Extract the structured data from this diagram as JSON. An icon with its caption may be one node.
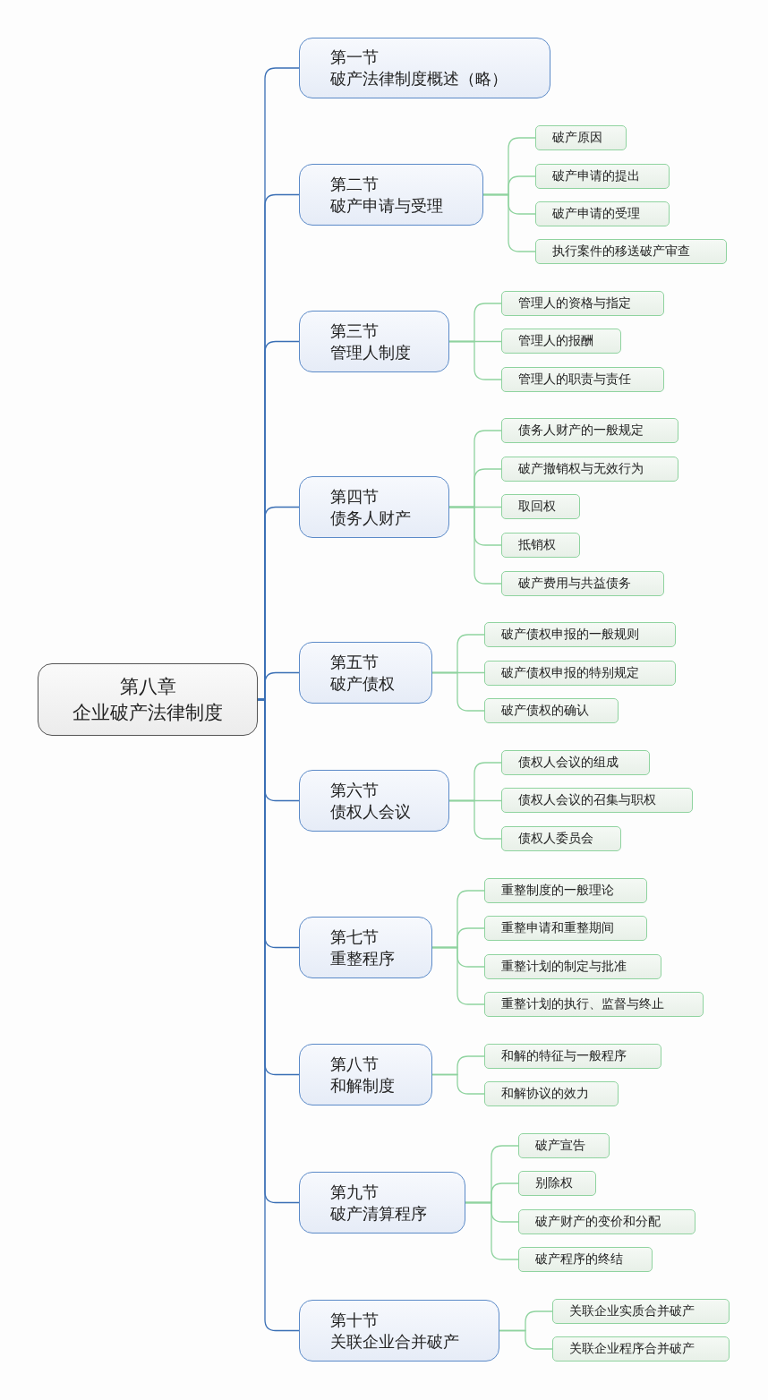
{
  "diagram": {
    "nodes": [
      {
        "text": [
          "第八章",
          "企业破产法律制度"
        ]
      },
      {
        "text": [
          "第一节",
          "破产法律制度概述（略）"
        ]
      },
      {
        "text": [
          "第二节",
          "破产申请与受理"
        ]
      },
      {
        "text": [
          "破产原因"
        ]
      },
      {
        "text": [
          "破产申请的提出"
        ]
      },
      {
        "text": [
          "破产申请的受理"
        ]
      },
      {
        "text": [
          "执行案件的移送破产审查"
        ]
      },
      {
        "text": [
          "第三节",
          "管理人制度"
        ]
      },
      {
        "text": [
          "管理人的资格与指定"
        ]
      },
      {
        "text": [
          "管理人的报酬"
        ]
      },
      {
        "text": [
          "管理人的职责与责任"
        ]
      },
      {
        "text": [
          "第四节",
          "债务人财产"
        ]
      },
      {
        "text": [
          "债务人财产的一般规定"
        ]
      },
      {
        "text": [
          "破产撤销权与无效行为"
        ]
      },
      {
        "text": [
          "取回权"
        ]
      },
      {
        "text": [
          "抵销权"
        ]
      },
      {
        "text": [
          "破产费用与共益债务"
        ]
      },
      {
        "text": [
          "第五节",
          "破产债权"
        ]
      },
      {
        "text": [
          "破产债权申报的一般规则"
        ]
      },
      {
        "text": [
          "破产债权申报的特别规定"
        ]
      },
      {
        "text": [
          "破产债权的确认"
        ]
      },
      {
        "text": [
          "第六节",
          "债权人会议"
        ]
      },
      {
        "text": [
          "债权人会议的组成"
        ]
      },
      {
        "text": [
          "债权人会议的召集与职权"
        ]
      },
      {
        "text": [
          "债权人委员会"
        ]
      },
      {
        "text": [
          "第七节",
          "重整程序"
        ]
      },
      {
        "text": [
          "重整制度的一般理论"
        ]
      },
      {
        "text": [
          "重整申请和重整期间"
        ]
      },
      {
        "text": [
          "重整计划的制定与批准"
        ]
      },
      {
        "text": [
          "重整计划的执行、监督与终止"
        ]
      },
      {
        "text": [
          "第八节",
          "和解制度"
        ]
      },
      {
        "text": [
          "和解的特征与一般程序"
        ]
      },
      {
        "text": [
          "和解协议的效力"
        ]
      },
      {
        "text": [
          "第九节",
          "破产清算程序"
        ]
      },
      {
        "text": [
          "破产宣告"
        ]
      },
      {
        "text": [
          "别除权"
        ]
      },
      {
        "text": [
          "破产财产的变价和分配"
        ]
      },
      {
        "text": [
          "破产程序的终结"
        ]
      },
      {
        "text": [
          "第十节",
          "关联企业合并破产"
        ]
      },
      {
        "text": [
          "关联企业实质合并破产"
        ]
      },
      {
        "text": [
          "关联企业程序合并破产"
        ]
      }
    ],
    "edges": [
      {
        "from": 0,
        "to": 1,
        "arrow": "none",
        "color": "#3a6fb5"
      },
      {
        "from": 0,
        "to": 2,
        "arrow": "none",
        "color": "#3a6fb5"
      },
      {
        "from": 2,
        "to": 3,
        "arrow": "none"
      },
      {
        "from": 2,
        "to": 4,
        "arrow": "none"
      },
      {
        "from": 2,
        "to": 5,
        "arrow": "none"
      },
      {
        "from": 2,
        "to": 6,
        "arrow": "none"
      },
      {
        "from": 0,
        "to": 7,
        "arrow": "none",
        "color": "#3a6fb5"
      },
      {
        "from": 7,
        "to": 8,
        "arrow": "none"
      },
      {
        "from": 7,
        "to": 9,
        "arrow": "none"
      },
      {
        "from": 7,
        "to": 10,
        "arrow": "none"
      },
      {
        "from": 0,
        "to": 11,
        "arrow": "none",
        "color": "#3a6fb5"
      },
      {
        "from": 11,
        "to": 12,
        "arrow": "none"
      },
      {
        "from": 11,
        "to": 13,
        "arrow": "none"
      },
      {
        "from": 11,
        "to": 14,
        "arrow": "none"
      },
      {
        "from": 11,
        "to": 15,
        "arrow": "none"
      },
      {
        "from": 11,
        "to": 16,
        "arrow": "none"
      },
      {
        "from": 0,
        "to": 17,
        "arrow": "none",
        "color": "#3a6fb5"
      },
      {
        "from": 17,
        "to": 18,
        "arrow": "none"
      },
      {
        "from": 17,
        "to": 19,
        "arrow": "none"
      },
      {
        "from": 17,
        "to": 20,
        "arrow": "none"
      },
      {
        "from": 0,
        "to": 21,
        "arrow": "none",
        "color": "#3a6fb5"
      },
      {
        "from": 21,
        "to": 22,
        "arrow": "none"
      },
      {
        "from": 21,
        "to": 23,
        "arrow": "none"
      },
      {
        "from": 21,
        "to": 24,
        "arrow": "none"
      },
      {
        "from": 0,
        "to": 25,
        "arrow": "none",
        "color": "#3a6fb5"
      },
      {
        "from": 25,
        "to": 26,
        "arrow": "none"
      },
      {
        "from": 25,
        "to": 27,
        "arrow": "none"
      },
      {
        "from": 25,
        "to": 28,
        "arrow": "none"
      },
      {
        "from": 25,
        "to": 29,
        "arrow": "none"
      },
      {
        "from": 0,
        "to": 30,
        "arrow": "none",
        "color": "#3a6fb5"
      },
      {
        "from": 30,
        "to": 31,
        "arrow": "none"
      },
      {
        "from": 30,
        "to": 32,
        "arrow": "none"
      },
      {
        "from": 0,
        "to": 33,
        "arrow": "none",
        "color": "#3a6fb5"
      },
      {
        "from": 33,
        "to": 34,
        "arrow": "none"
      },
      {
        "from": 33,
        "to": 35,
        "arrow": "none"
      },
      {
        "from": 33,
        "to": 36,
        "arrow": "none"
      },
      {
        "from": 33,
        "to": 37,
        "arrow": "none"
      },
      {
        "from": 0,
        "to": 38,
        "arrow": "none",
        "color": "#3a6fb5"
      },
      {
        "from": 38,
        "to": 39,
        "arrow": "none"
      },
      {
        "from": 38,
        "to": 40,
        "arrow": "none"
      }
    ]
  }
}
